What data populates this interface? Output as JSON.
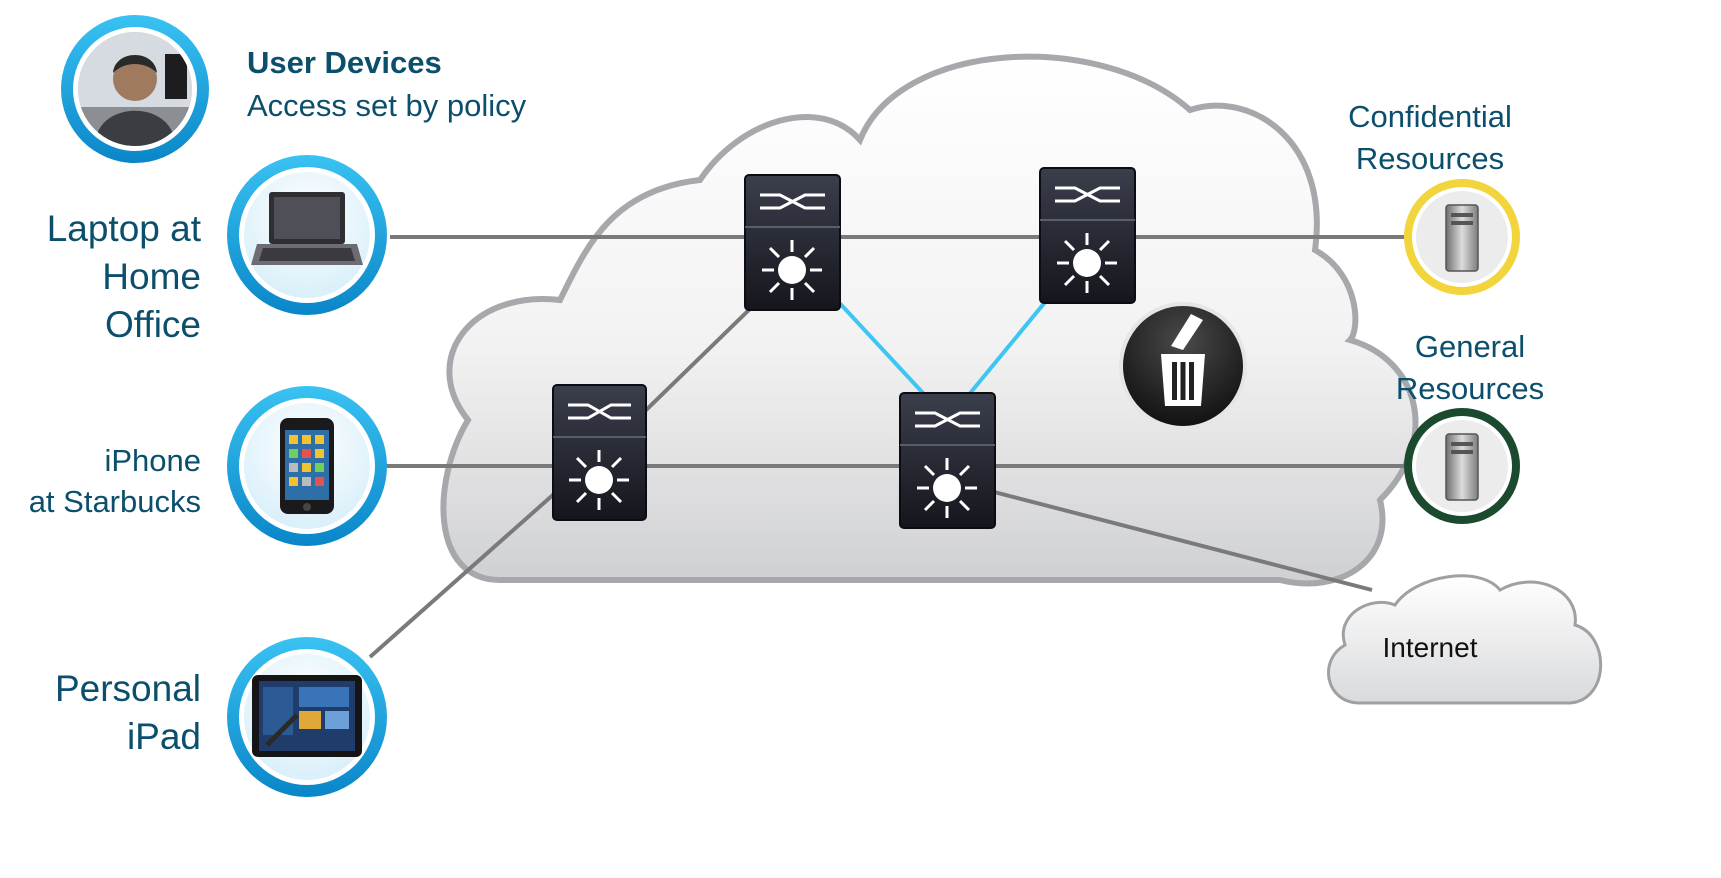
{
  "header": {
    "title": "User Devices",
    "subtitle": "Access set by policy"
  },
  "devices": [
    {
      "id": "laptop",
      "label_lines": [
        "Laptop at",
        "Home",
        "Office"
      ],
      "icon": "laptop-icon"
    },
    {
      "id": "iphone",
      "label_lines": [
        "iPhone",
        "at Starbucks"
      ],
      "icon": "smartphone-icon"
    },
    {
      "id": "ipad",
      "label_lines": [
        "Personal",
        "iPad"
      ],
      "icon": "tablet-icon"
    }
  ],
  "resources": {
    "confidential": {
      "label_lines": [
        "Confidential",
        "Resources"
      ],
      "icon": "server-icon",
      "ring_color": "#f2d43c"
    },
    "general": {
      "label_lines": [
        "General",
        "Resources"
      ],
      "icon": "server-icon",
      "ring_color": "#1c4a2e"
    }
  },
  "internet": {
    "label": "Internet",
    "icon": "cloud-icon"
  },
  "network": {
    "switch_icon": "layer3-switch-icon",
    "trash_icon": "trash-icon",
    "device_ring_color": "#17a3dc",
    "wire_color": "#7a7a7a",
    "core_link_color": "#3ec6f2"
  }
}
